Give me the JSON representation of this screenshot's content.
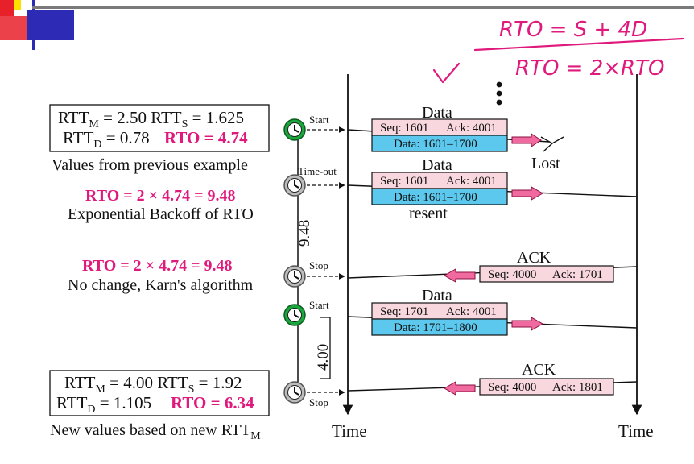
{
  "colors": {
    "accent_pink": "#e0197d",
    "seq_box_fill": "#f9d7df",
    "data_box_fill": "#5cc8ee",
    "clock_green": "#1aa83c",
    "clock_gray": "#bdbdbd",
    "arrow_pink": "#f06aa0"
  },
  "corner_logo": {
    "colors": [
      "#e8202a",
      "#ffe100",
      "#2d2bb5"
    ]
  },
  "handwritten": {
    "line1": "RTO = S + 4D",
    "line2": "RTO = 2×RTO",
    "check": "✓"
  },
  "left": {
    "box1": {
      "rtt_m": "= 2.50",
      "rtt_s": "= 1.625",
      "rtt_d": "= 0.78",
      "rto": "RTO = 4.74"
    },
    "note1": "Values from previous example",
    "rto2": "RTO = 2 × 4.74 = 9.48",
    "note2": "Exponential Backoff of RTO",
    "rto3": "RTO = 2 × 4.74 = 9.48",
    "note3": "No change, Karn's algorithm",
    "box2": {
      "rtt_m": "= 4.00",
      "rtt_s": "= 1.92",
      "rtt_d": "= 1.105",
      "rto": "RTO = 6.34"
    },
    "note4": "New values based on new RTT"
  },
  "symbols": {
    "rtt": "RTT",
    "sub_m": "M",
    "sub_s": "S",
    "sub_d": "D"
  },
  "timers": {
    "start1": "Start",
    "timeout": "Time-out",
    "stop1": "Stop",
    "start2": "Start",
    "stop2": "Stop",
    "interval1": "9.48",
    "interval2": "4.00"
  },
  "segments": {
    "seg1": {
      "title": "Data",
      "seq": "Seq: 1601",
      "ack": "Ack: 4001",
      "data": "Data: 1601–1700",
      "note": "Lost"
    },
    "seg2": {
      "title": "Data",
      "seq": "Seq: 1601",
      "ack": "Ack: 4001",
      "data": "Data: 1601–1700",
      "note": "resent"
    },
    "ack1": {
      "title": "ACK",
      "seq": "Seq: 4000",
      "ack": "Ack: 1701"
    },
    "seg3": {
      "title": "Data",
      "seq": "Seq: 1701",
      "ack": "Ack: 4001",
      "data": "Data: 1701–1800"
    },
    "ack2": {
      "title": "ACK",
      "seq": "Seq: 4000",
      "ack": "Ack: 1801"
    }
  },
  "axes": {
    "left": "Time",
    "right": "Time"
  }
}
